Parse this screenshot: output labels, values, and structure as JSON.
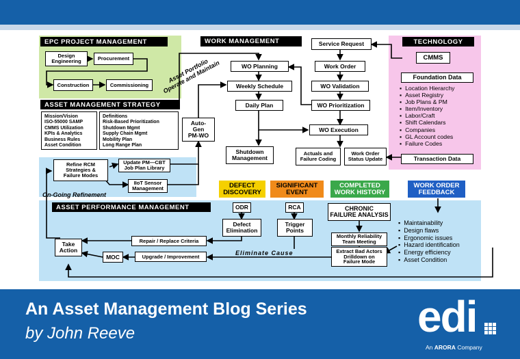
{
  "colors": {
    "brand_blue": "#1560a8",
    "green_region": "#cfe8a6",
    "blue_region": "#bfe2f6",
    "pink_region": "#f7c6ea",
    "defect_discovery": "#f5d000",
    "significant_event": "#f08a1a",
    "completed_work_history": "#3aa84a",
    "work_order_feedback": "#1f5fc4"
  },
  "epc": {
    "header": "EPC PROJECT MANAGEMENT",
    "design": "Design\nEngineering",
    "procurement": "Procurement",
    "construction": "Construction",
    "commissioning": "Commissioning"
  },
  "asset_portfolio": "Asset Portfolio\nOperate and Maintain",
  "ams": {
    "header": "ASSET MANAGEMENT STRATEGY",
    "left_items": [
      "Mission/Vision",
      "ISO-55000 SAMP",
      "CMMS Utilization",
      "KPIs & Analytics",
      "Business Rules",
      "Asset Condition"
    ],
    "right_items": [
      "Definitions",
      "Risk-Based Prioritization",
      "Shutdown Mgmt",
      "Supply Chain Mgmt",
      "Mobility Plan",
      "Long Range Plan"
    ]
  },
  "refinement": {
    "refine_rcm": "Refine RCM\nStrategies &\nFailure Modes",
    "update_pm": "Update PM—CBT\nJob Plan Library",
    "iiot": "IIoT Sensor\nManagement",
    "label": "On-Going Refinement"
  },
  "auto_gen": "Auto-\nGen\nPM-WO",
  "wm": {
    "header": "WORK MANAGEMENT",
    "wo_planning": "WO Planning",
    "weekly_schedule": "Weekly Schedule",
    "daily_plan": "Daily Plan",
    "service_request": "Service Request",
    "work_order": "Work Order",
    "wo_validation": "WO Validation",
    "wo_prioritization": "WO Prioritization",
    "wo_execution": "WO Execution",
    "shutdown": "Shutdown\nManagement",
    "actuals": "Actuals and\nFailure Coding",
    "status_update": "Work Order\nStatus Update"
  },
  "technology": {
    "header": "TECHNOLOGY",
    "cmms": "CMMS",
    "foundation_title": "Foundation Data",
    "foundation_items": [
      "Location Hierarchy",
      "Asset Registry",
      "Job Plans & PM",
      "Item/Inventory",
      "Labor/Craft",
      "Shift Calendars",
      "Companies",
      "GL Account codes",
      "Failure Codes"
    ],
    "transaction": "Transaction Data"
  },
  "tags": {
    "defect_discovery": "DEFECT\nDISCOVERY",
    "significant_event": "SIGNIFICANT\nEVENT",
    "completed_history": "COMPLETED\nWORK HISTORY",
    "wo_feedback": "WORK ORDER\nFEEDBACK"
  },
  "apm": {
    "header": "ASSET PERFORMANCE MANAGEMENT",
    "odr": "ODR",
    "rca": "RCA",
    "defect_elim": "Defect\nElimination",
    "trigger_points": "Trigger\nPoints",
    "chronic": "CHRONIC\nFAILURE ANALYSIS",
    "monthly": "Monthly Reliability\nTeam Meeting",
    "extract": "Extract Bad Actors\nDrilldown on\nFailure Mode",
    "eliminate_cause": "Eliminate Cause",
    "take_action": "Take\nAction",
    "moc": "MOC",
    "repair": "Repair / Replace Criteria",
    "upgrade": "Upgrade / Improvement",
    "feedback_items": [
      "Maintainability",
      "Design flaws",
      "Ergonomic issues",
      "Hazard identification",
      "Energy efficiency",
      "Asset Condition"
    ]
  },
  "footer": {
    "title": "An Asset Management Blog Series",
    "subtitle": "by John Reeve",
    "logo_text": "edi",
    "tagline_prefix": "An",
    "tagline_brand": "ARORA",
    "tagline_suffix": "Company"
  }
}
